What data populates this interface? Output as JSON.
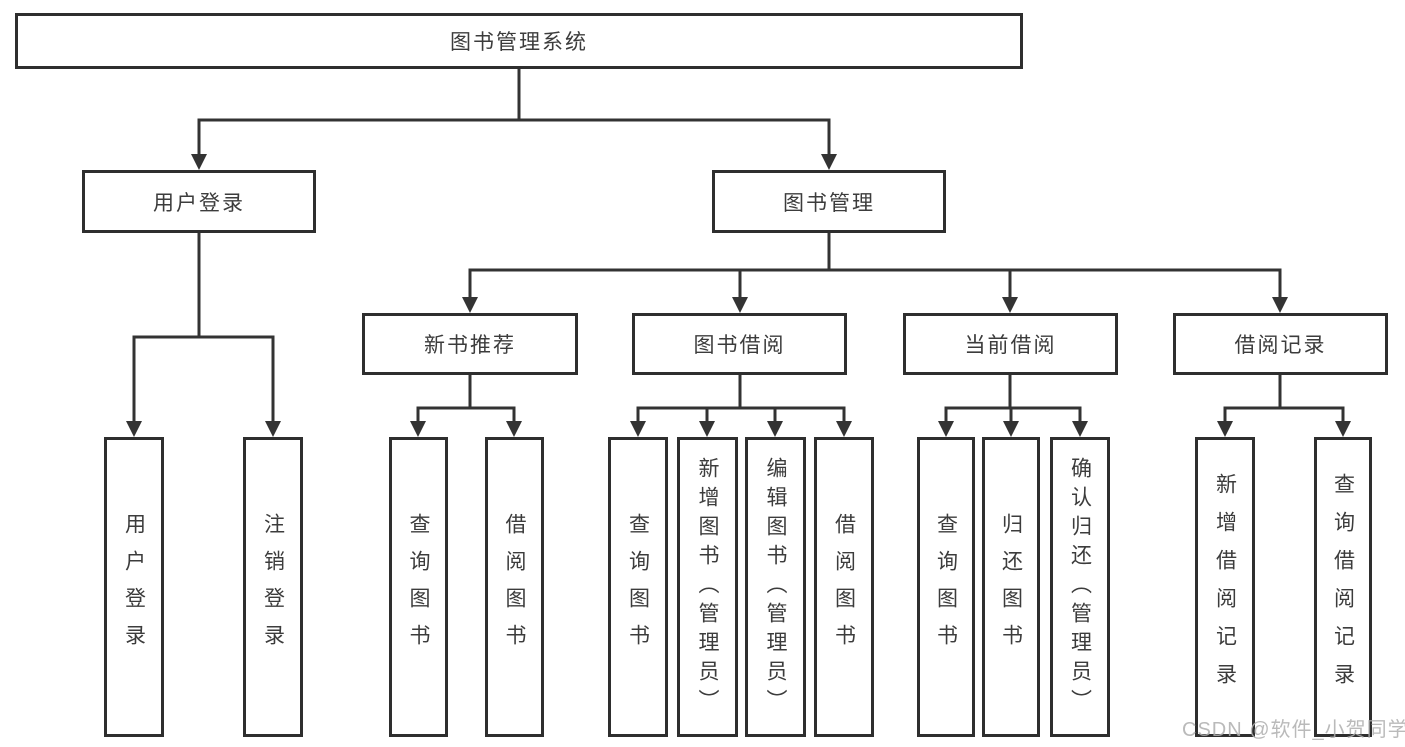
{
  "diagram": {
    "root": {
      "label": "图书管理系统"
    },
    "branches": [
      {
        "label": "用户登录",
        "children": [
          {
            "label": "用户登录"
          },
          {
            "label": "注销登录"
          }
        ]
      },
      {
        "label": "图书管理",
        "groups": [
          {
            "label": "新书推荐",
            "children": [
              {
                "label": "查询图书"
              },
              {
                "label": "借阅图书"
              }
            ]
          },
          {
            "label": "图书借阅",
            "children": [
              {
                "label": "查询图书"
              },
              {
                "label": "新增图书（管理员）"
              },
              {
                "label": "编辑图书（管理员）"
              },
              {
                "label": "借阅图书"
              }
            ]
          },
          {
            "label": "当前借阅",
            "children": [
              {
                "label": "查询图书"
              },
              {
                "label": "归还图书"
              },
              {
                "label": "确认归还（管理员）"
              }
            ]
          },
          {
            "label": "借阅记录",
            "children": [
              {
                "label": "新增借阅记录"
              },
              {
                "label": "查询借阅记录"
              }
            ]
          }
        ]
      }
    ]
  },
  "watermark": {
    "text": "CSDN @软件_小贺同学"
  },
  "colors": {
    "line": "#333333",
    "box_border": "#2e2e2e",
    "text": "#3c3c3c",
    "watermark": "#aeaeae",
    "background": "#ffffff"
  }
}
